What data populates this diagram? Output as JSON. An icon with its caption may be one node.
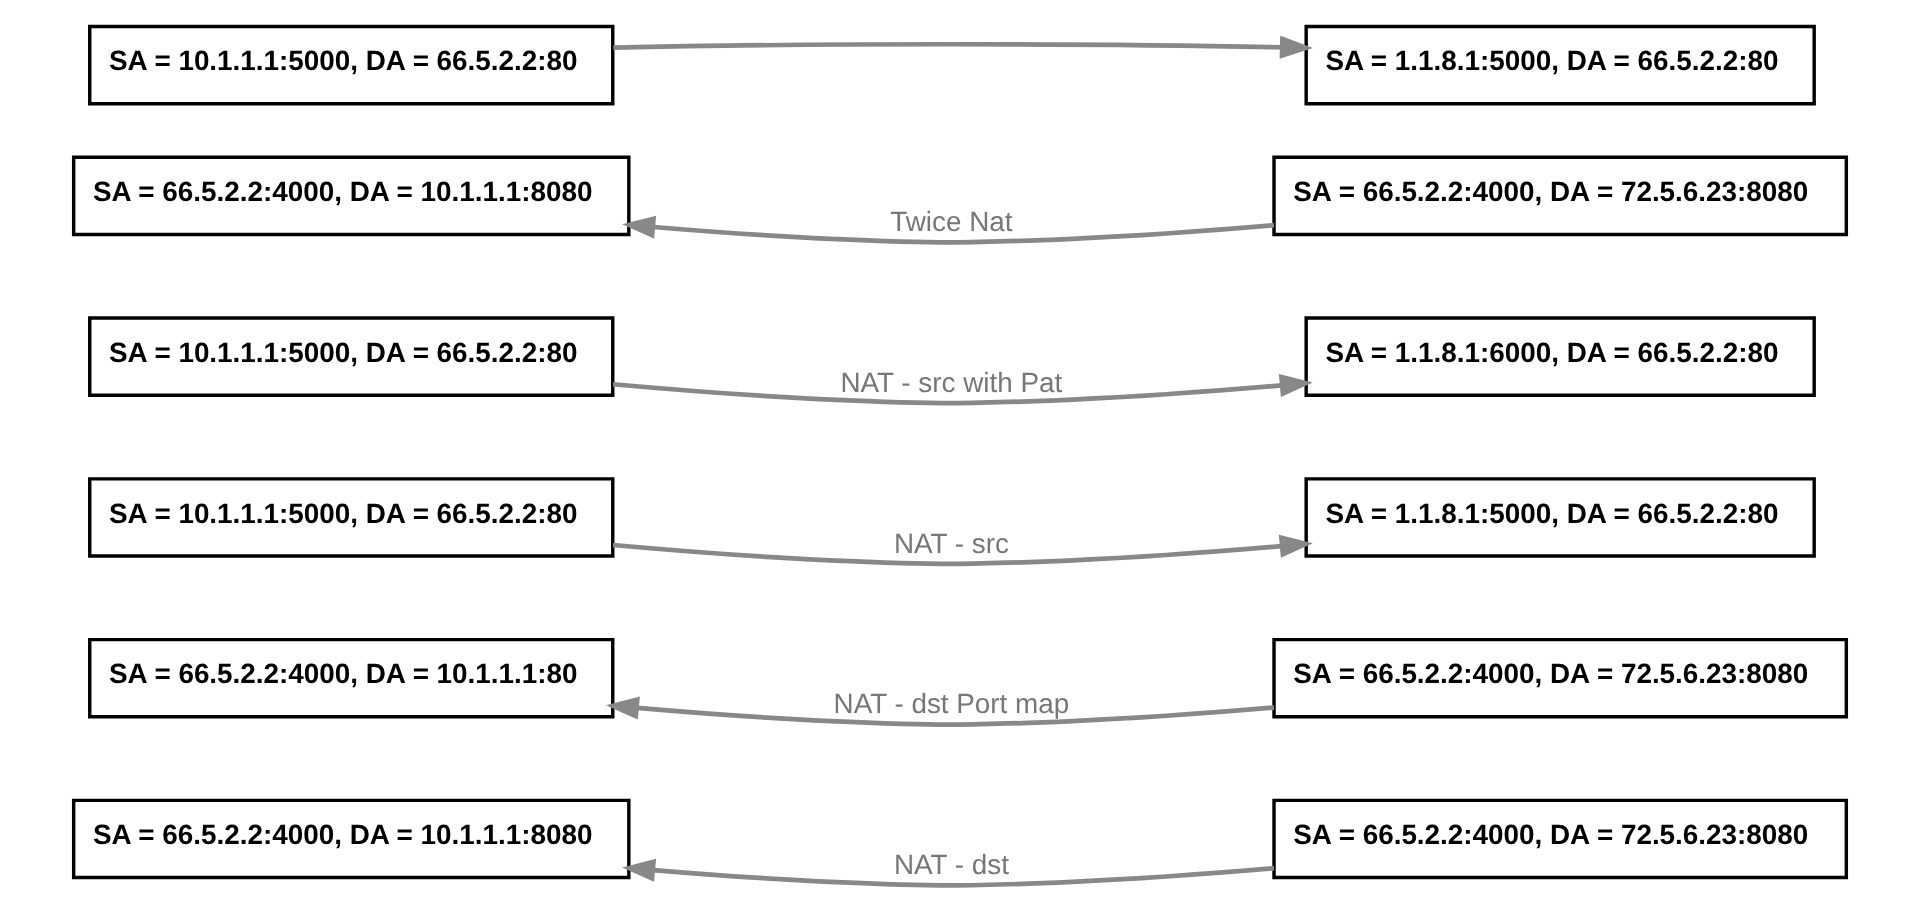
{
  "diagram": {
    "nodes": [
      {
        "text": [
          "SA = 66.5.2.2:4000, DA = 10.1.1.1:8080"
        ]
      },
      {
        "text": [
          "SA = 66.5.2.2:4000, DA = 72.5.6.23:8080"
        ]
      },
      {
        "text": [
          "SA = 66.5.2.2:4000, DA = 10.1.1.1:80"
        ]
      },
      {
        "text": [
          "SA = 66.5.2.2:4000, DA = 72.5.6.23:8080"
        ]
      },
      {
        "text": [
          "SA = 10.1.1.1:5000, DA = 66.5.2.2:80"
        ]
      },
      {
        "text": [
          "SA = 1.1.8.1:5000, DA = 66.5.2.2:80"
        ]
      },
      {
        "text": [
          "SA = 10.1.1.1:5000, DA = 66.5.2.2:80"
        ]
      },
      {
        "text": [
          "SA = 1.1.8.1:6000, DA = 66.5.2.2:80"
        ]
      },
      {
        "text": [
          "SA = 66.5.2.2:4000, DA = 10.1.1.1:8080"
        ]
      },
      {
        "text": [
          "SA = 66.5.2.2:4000, DA = 72.5.6.23:8080"
        ]
      },
      {
        "text": [
          "SA = 10.1.1.1:5000, DA = 66.5.2.2:80"
        ]
      },
      {
        "text": [
          "SA = 1.1.8.1:5000, DA = 66.5.2.2:80"
        ]
      }
    ],
    "edges": [
      {
        "from": 1,
        "to": 0,
        "arrow": "to",
        "label": "NAT - dst"
      },
      {
        "from": 3,
        "to": 2,
        "arrow": "to",
        "label": "NAT - dst Port map"
      },
      {
        "from": 4,
        "to": 5,
        "arrow": "to",
        "label": "NAT - src"
      },
      {
        "from": 6,
        "to": 7,
        "arrow": "to",
        "label": "NAT - src with Pat"
      },
      {
        "from": 9,
        "to": 8,
        "arrow": "to",
        "label": "Twice Nat"
      },
      {
        "from": 10,
        "to": 11,
        "arrow": "to"
      }
    ]
  }
}
